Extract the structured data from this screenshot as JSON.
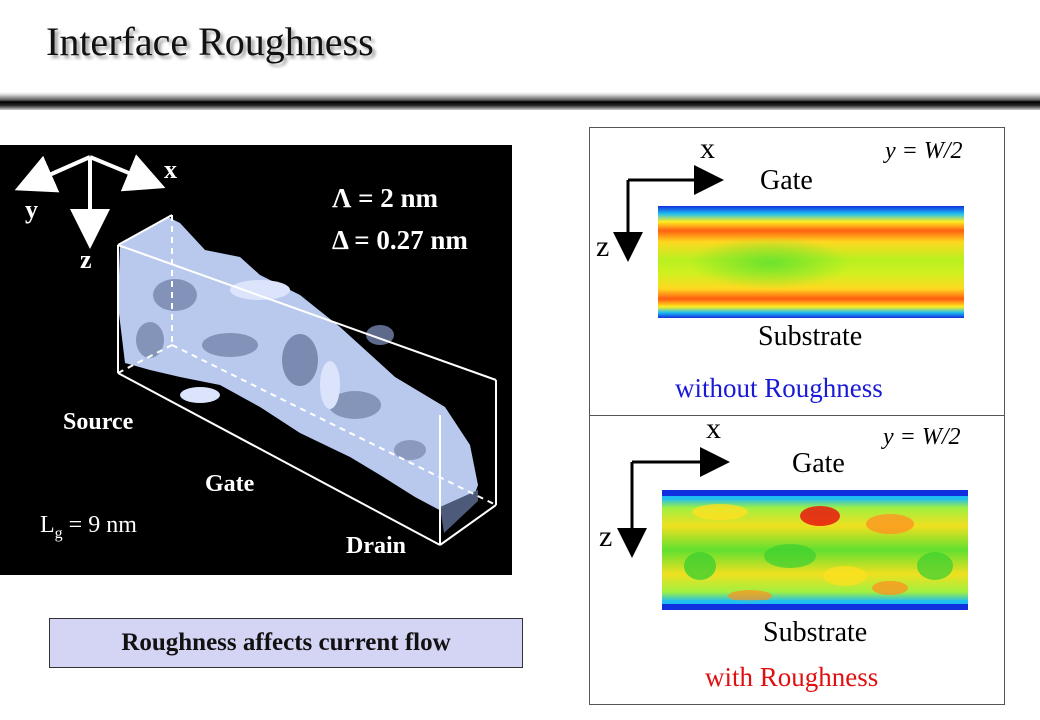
{
  "slide": {
    "title": "Interface Roughness"
  },
  "simulation": {
    "axes": {
      "x": "x",
      "y": "y",
      "z": "z"
    },
    "params": {
      "lambda": "Λ = 2 nm",
      "delta": "Δ = 0.27 nm"
    },
    "labels": {
      "source": "Source",
      "gate": "Gate",
      "drain": "Drain"
    },
    "gate_length": {
      "prefix": "L",
      "sub": "g",
      "suffix": " = 9 nm"
    }
  },
  "caption": "Roughness affects current flow",
  "plots": [
    {
      "axis_x": "x",
      "axis_z": "z",
      "position": "y = W/2",
      "top_label": "Gate",
      "bottom_label": "Substrate",
      "state": "without Roughness",
      "state_color": "#1a1ad6"
    },
    {
      "axis_x": "x",
      "axis_z": "z",
      "position": "y = W/2",
      "top_label": "Gate",
      "bottom_label": "Substrate",
      "state": "with Roughness",
      "state_color": "#e01010"
    }
  ],
  "colors": {
    "caption_bg": "#d4d4f5",
    "sim_bg": "#000000",
    "device": "#b8c8ec"
  }
}
